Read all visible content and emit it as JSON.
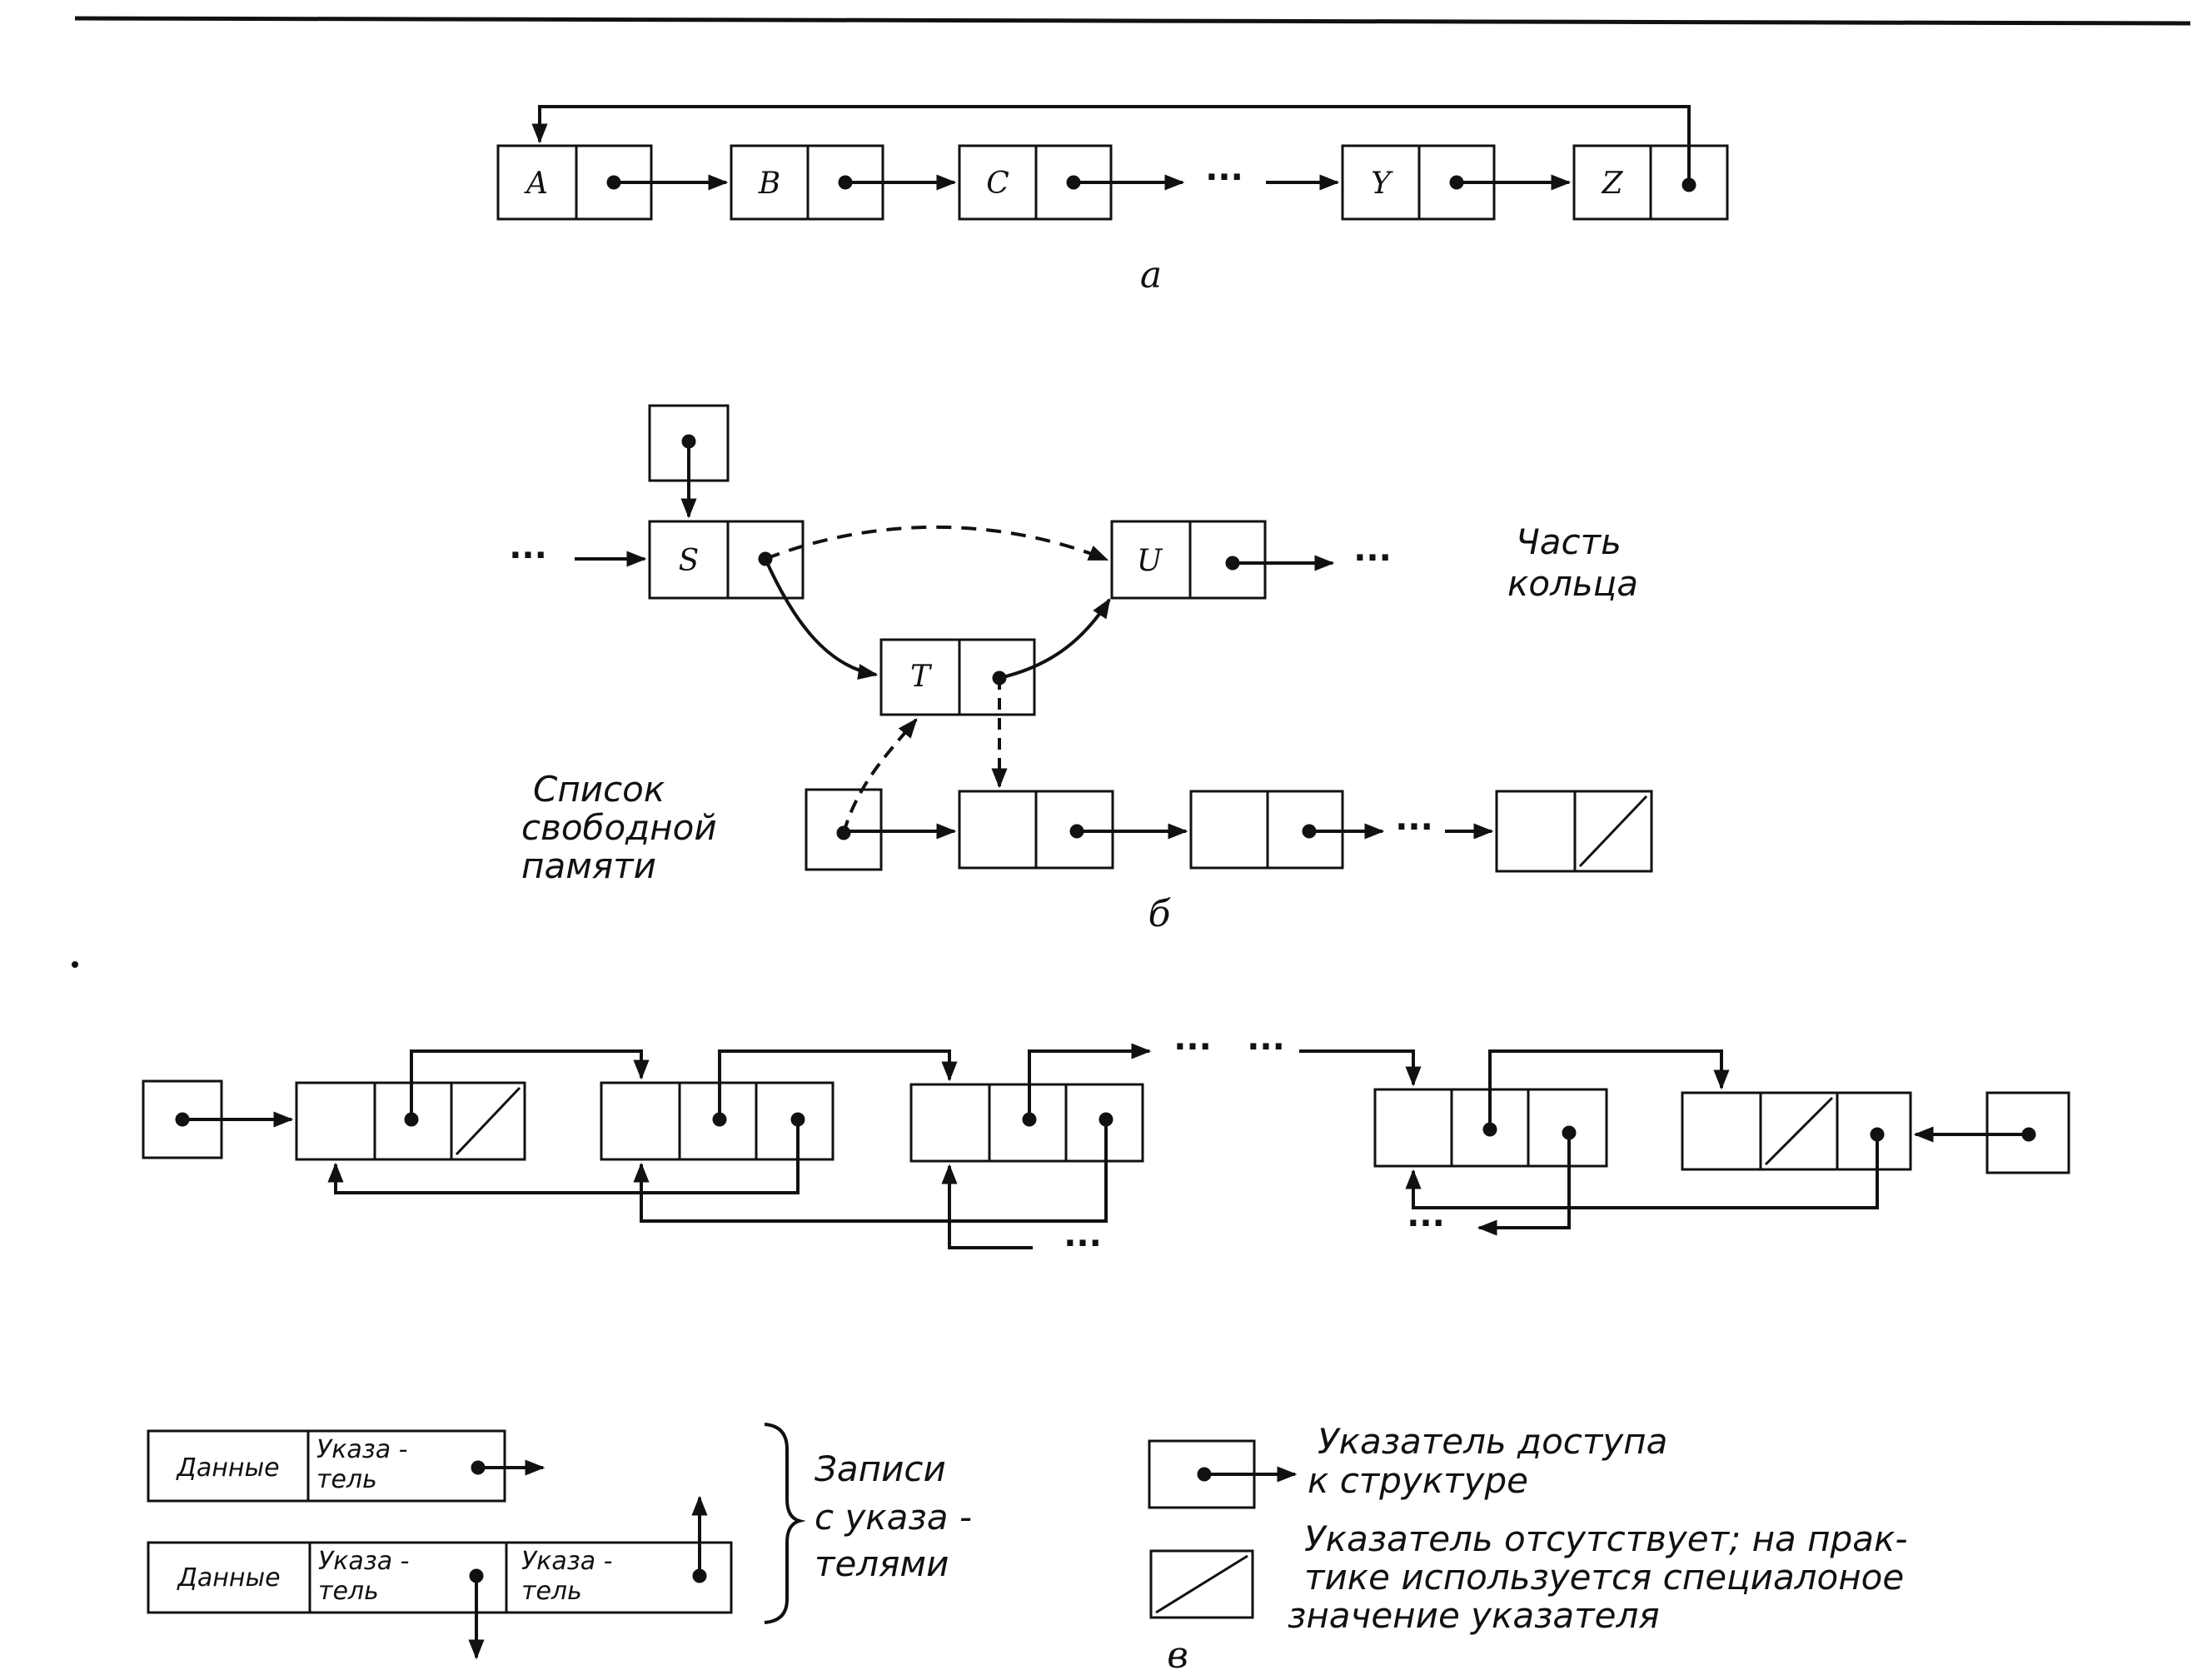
{
  "diagram_a": {
    "nodes": [
      "A",
      "B",
      "C",
      "Y",
      "Z"
    ],
    "ellipsis": "···",
    "caption": "а"
  },
  "diagram_b": {
    "nodes": {
      "s": "S",
      "t": "T",
      "u": "U"
    },
    "ellipsis": "···",
    "ring_label": [
      "Часть",
      "кольца"
    ],
    "free_label": [
      "Список",
      "свободной",
      "памяти"
    ],
    "caption": "б"
  },
  "diagram_c": {
    "ellipsis": "···"
  },
  "legend": {
    "record1": {
      "data": "Данные",
      "pointer": [
        "Указа -",
        "тель"
      ]
    },
    "record2": {
      "data": "Данные",
      "pointer1": [
        "Указа -",
        "тель"
      ],
      "pointer2": [
        "Указа -",
        "тель"
      ]
    },
    "records_label": [
      "Записи",
      "с указа -",
      "телями"
    ],
    "access_pointer": [
      "Указатель доступа",
      "к структуре"
    ],
    "null_pointer": [
      "Указатель отсутствует; на прак-",
      "тике используется специалоное",
      "значение указателя"
    ],
    "caption": "в"
  }
}
